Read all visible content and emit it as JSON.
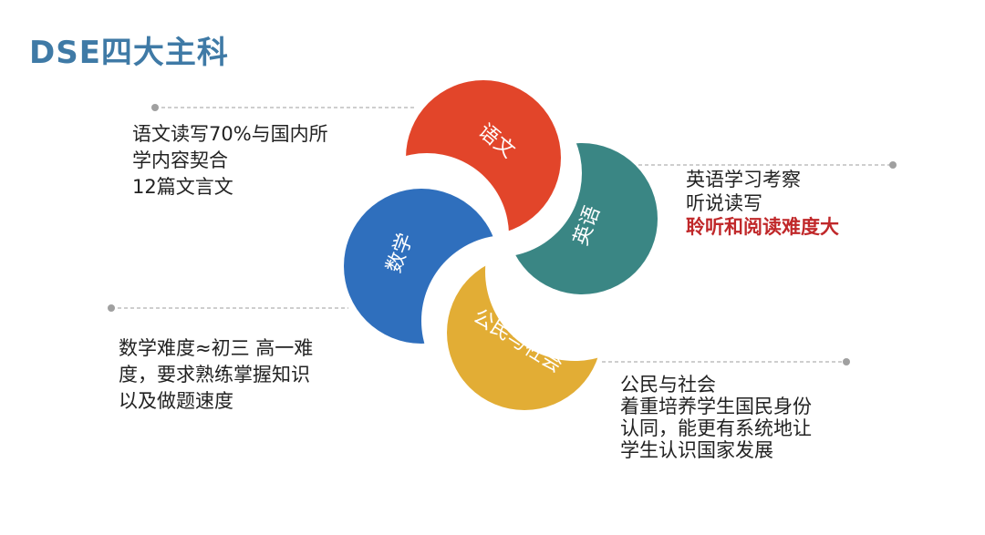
{
  "title": "DSE四大主科",
  "colors": {
    "title": "#3f7aa6",
    "chinese": "#e2452a",
    "english": "#3a8684",
    "math": "#2f6fbd",
    "civics": "#e2ad35",
    "highlight": "#c0282a"
  },
  "subjects": {
    "chinese": "语文",
    "english": "英语",
    "math": "数学",
    "civics": "公民与社会"
  },
  "notes": {
    "chinese": [
      "语文读写70%与国内所",
      "学内容契合",
      "12篇文言文"
    ],
    "english": [
      "英语学习考察",
      "听说读写",
      "聆听和阅读难度大"
    ],
    "math": [
      "数学难度≈初三 高一难",
      "度，要求熟练掌握知识",
      "以及做题速度"
    ],
    "civics": [
      "公民与社会",
      "着重培养学生国民身份",
      "认同，能更有系统地让",
      "学生认识国家发展"
    ]
  }
}
